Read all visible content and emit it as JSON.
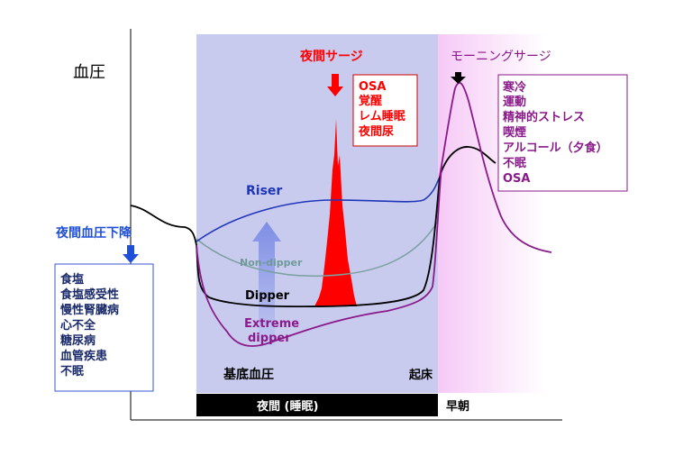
{
  "axis": {
    "y_label": "血圧"
  },
  "night_band_label": "夜間 (睡眠)",
  "morning_label": "早朝",
  "bottom_labels": {
    "basal_bp": "基底血圧",
    "wake_up": "起床"
  },
  "night_surge": {
    "title": "夜間サージ",
    "causes": [
      "OSA",
      "覚醒",
      "レム睡眠",
      "夜間尿"
    ]
  },
  "morning_surge": {
    "title": "モーニングサージ",
    "causes": [
      "寒冷",
      "運動",
      "精神的ストレス",
      "喫煙",
      "アルコール（夕食）",
      "不眠",
      "OSA"
    ]
  },
  "nocturnal_dip": {
    "title": "夜間血圧下降",
    "causes": [
      "食塩",
      "食塩感受性",
      "慢性腎臓病",
      "心不全",
      "糖尿病",
      "血管疾患",
      "不眠"
    ]
  },
  "curves": {
    "riser": "Riser",
    "non_dipper": "Non-dipper",
    "dipper": "Dipper",
    "extreme_dipper_1": "Extreme",
    "extreme_dipper_2": "dipper"
  },
  "colors": {
    "night_band": "#c9cbee",
    "morning_band": "#fbe0fb",
    "riser": "#1f36b8",
    "non_dipper": "#7aa0a0",
    "dipper": "#000000",
    "extreme_dipper": "#8a1a8a",
    "night_surge": "#ff0000",
    "morning_surge_text": "#8a1a8a",
    "dip_text": "#1f4fd8",
    "dip_box_text": "#1a2a6a"
  }
}
